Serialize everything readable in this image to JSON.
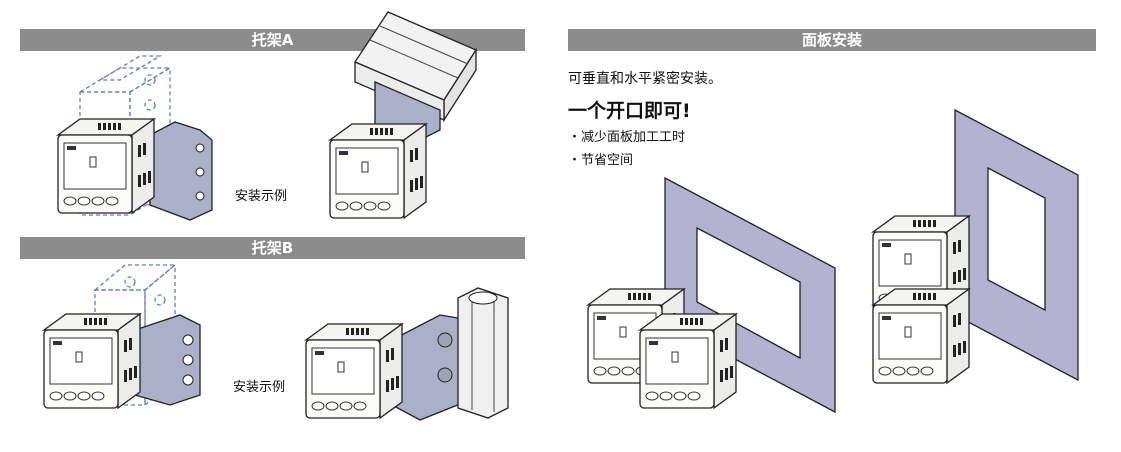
{
  "left": {
    "bracket_a": {
      "title": "托架A",
      "caption": "安装示例"
    },
    "bracket_b": {
      "title": "托架B",
      "caption": "安装示例"
    }
  },
  "right": {
    "title": "面板安装",
    "intro": "可垂直和水平紧密安装。",
    "headline": "一个开口即可!",
    "bullets": [
      "・减少面板加工工时",
      "・节省空间"
    ]
  },
  "colors": {
    "bar": "#8c8c8c",
    "panel": "#b3b3d1",
    "bracket": "#aab0c8",
    "dashed": "#5b7fc4"
  }
}
